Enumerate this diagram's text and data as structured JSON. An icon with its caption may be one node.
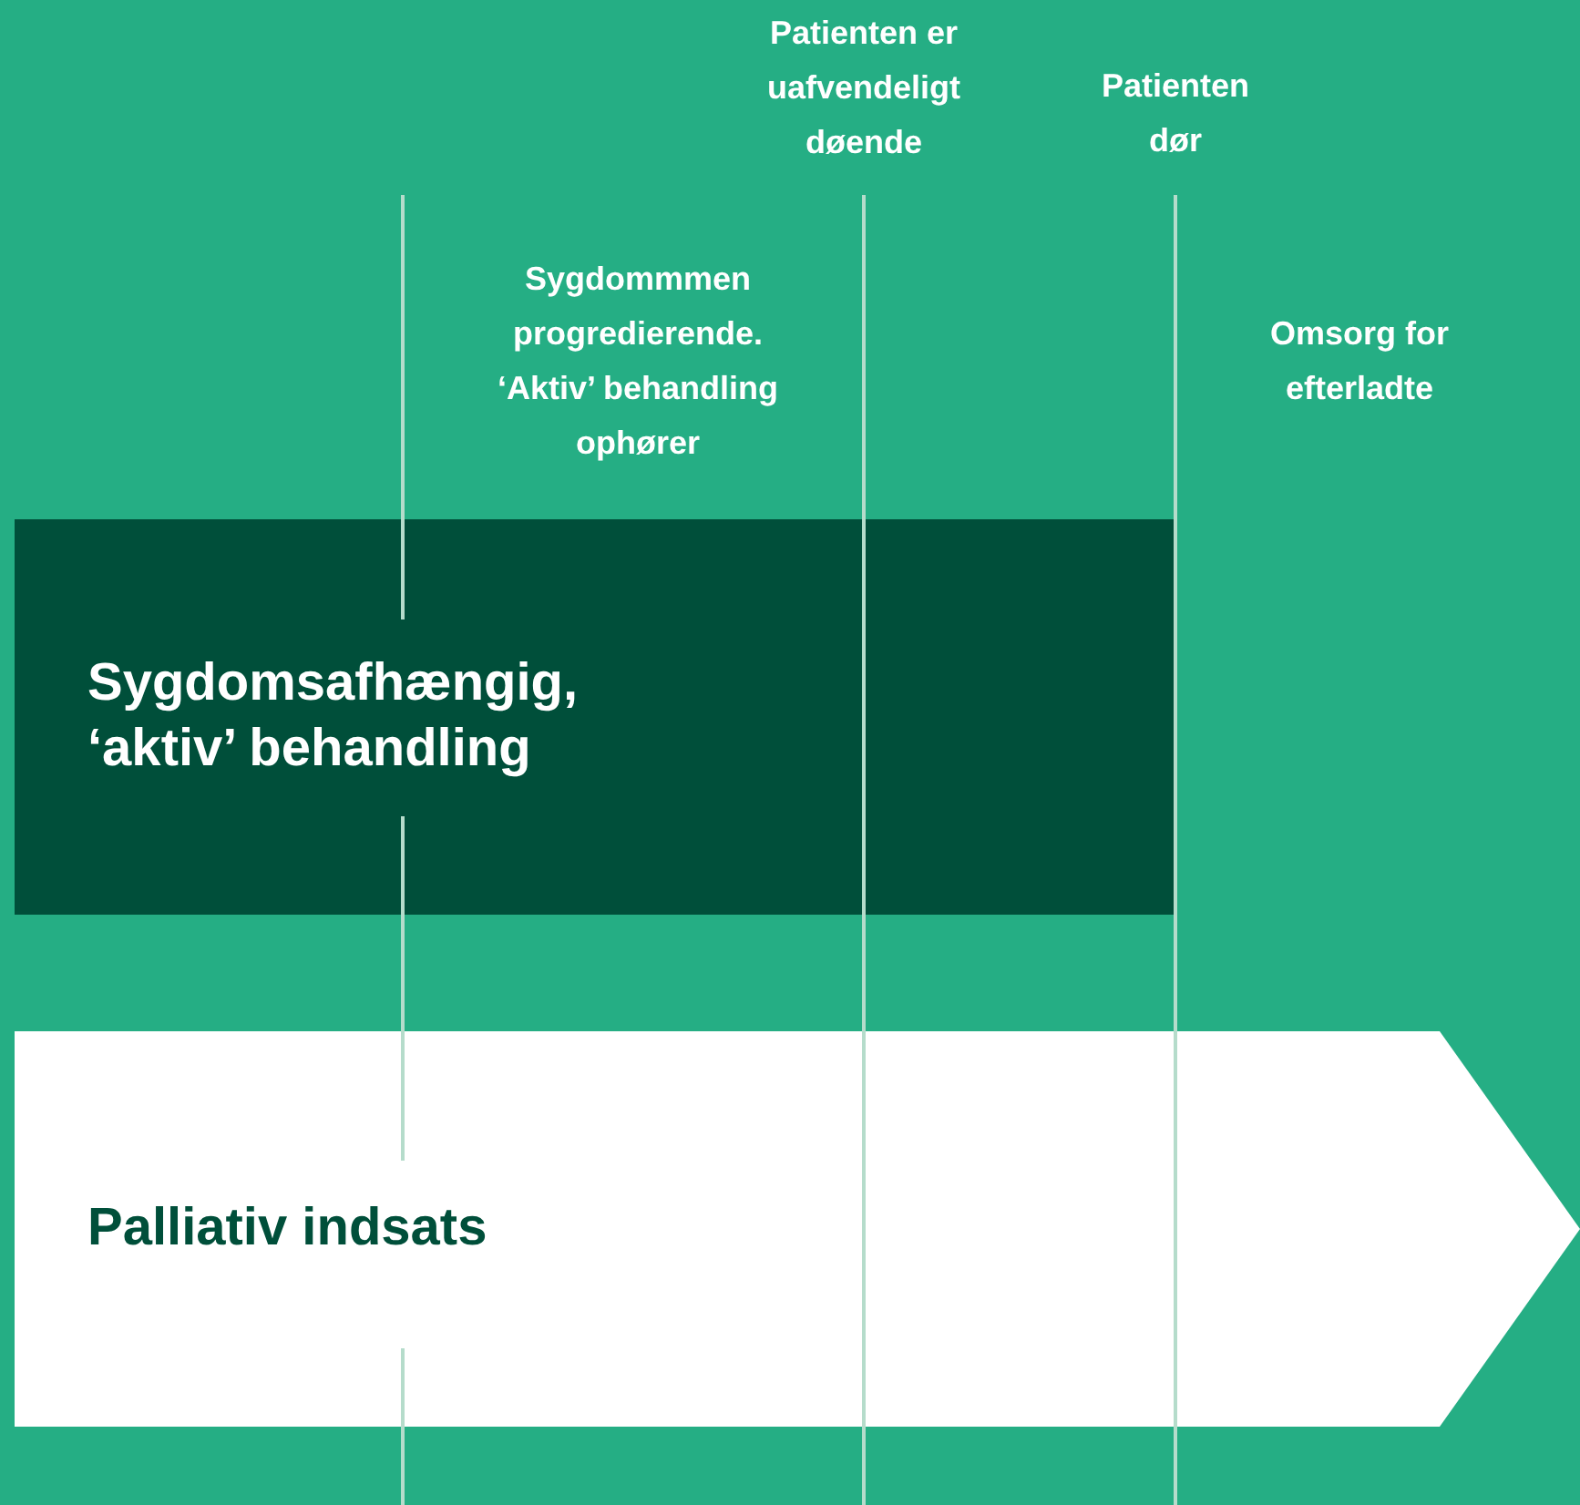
{
  "diagram": {
    "nodes": [
      {
        "text": [
          "Sygdomsafhængig, ‘aktiv’ behandling"
        ]
      },
      {
        "text": [
          "Palliativ indsats"
        ]
      }
    ],
    "labels": [
      "Patienten er uafvendeligt døende",
      "Patienten dør",
      "Sygdommmen progredierende. ‘Aktiv’ behandling ophører",
      "Omsorg for efterladte"
    ]
  }
}
